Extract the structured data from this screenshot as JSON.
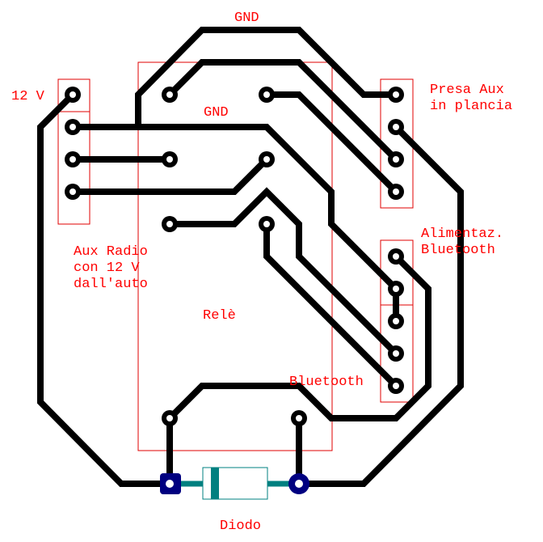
{
  "labels": {
    "gnd_top": "GND",
    "gnd_inner": "GND",
    "v12": "12 V",
    "presa_aux": [
      "Presa Aux",
      "in plancia"
    ],
    "alimentaz": [
      "Alimentaz.",
      "Bluetooth"
    ],
    "aux_radio": [
      "Aux Radio",
      "con 12 V",
      "dall'auto"
    ],
    "rele": "Relè",
    "bluetooth": "Bluetooth",
    "diodo": "Diodo"
  },
  "colors": {
    "track": "#000000",
    "label": "#ff0000",
    "diode_pad": "#000080",
    "diode_body": "#008080"
  }
}
